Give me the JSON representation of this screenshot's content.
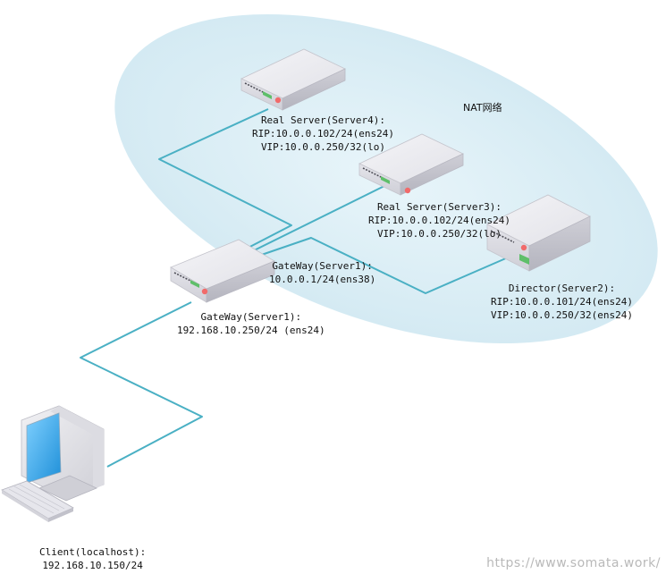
{
  "zone_label": "NAT网络",
  "nodes": {
    "server4": {
      "name": "Real Server(Server4):",
      "rip": "RIP:10.0.0.102/24(ens24)",
      "vip": "VIP:10.0.0.250/32(lo)"
    },
    "server3": {
      "name": "Real Server(Server3):",
      "rip": "RIP:10.0.0.102/24(ens24)",
      "vip": "VIP:10.0.0.250/32(lo)"
    },
    "director": {
      "name": "Director(Server2):",
      "rip": "RIP:10.0.0.101/24(ens24)",
      "vip": "VIP:10.0.0.250/32(ens24)"
    },
    "gateway_inner": {
      "name": "GateWay(Server1):",
      "ip": "10.0.0.1/24(ens38)"
    },
    "gateway_outer": {
      "name": "GateWay(Server1):",
      "ip": "192.168.10.250/24 (ens24)"
    },
    "client": {
      "name": "Client(localhost):",
      "ip": "192.168.10.150/24"
    }
  },
  "watermark": "https://www.somata.work/",
  "colors": {
    "cable": "#4ab0c4",
    "zone_fill": "#d3ebf3",
    "device_top": "#eeeef2",
    "device_front": "#dcdce2",
    "device_side": "#c6c6ce",
    "led": "#f16a6a",
    "port": "#5fbf6a",
    "screen": "#3aa7e8"
  }
}
